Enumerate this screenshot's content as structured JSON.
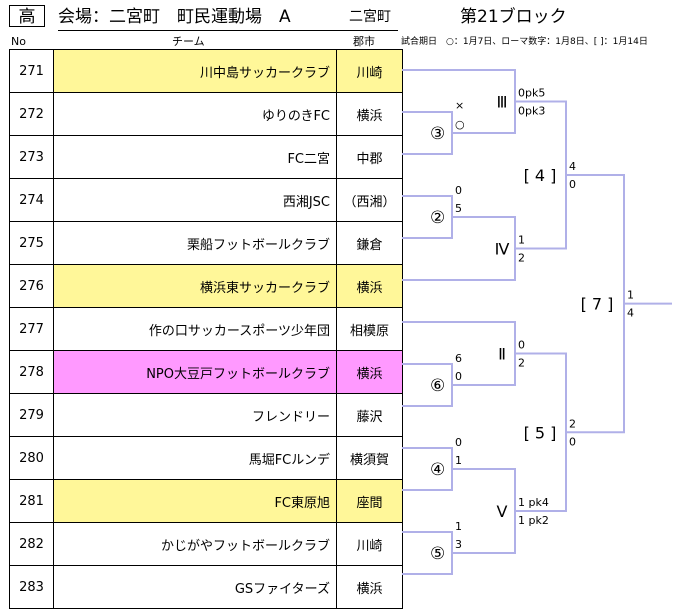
{
  "header": {
    "category": "高",
    "venue": "会場：二宮町　町民運動場　A",
    "city": "二宮町",
    "block": "第21ブロック"
  },
  "columns": {
    "no": "No",
    "team": "チーム",
    "city": "郡市"
  },
  "legend": "試合期日　○：1月7日、ローマ数字：1月8日、[ ]：1月14日",
  "colors": {
    "highlight_yellow": "#fff799",
    "highlight_pink": "#ff99ff",
    "bracket_line": "#b0b0e8"
  },
  "teams": [
    {
      "no": "271",
      "name": "川中島サッカークラブ",
      "city": "川崎",
      "highlight": "y"
    },
    {
      "no": "272",
      "name": "ゆりのきFC",
      "city": "横浜",
      "highlight": ""
    },
    {
      "no": "273",
      "name": "FC二宮",
      "city": "中郡",
      "highlight": ""
    },
    {
      "no": "274",
      "name": "西湘JSC",
      "city": "（西湘）",
      "highlight": ""
    },
    {
      "no": "275",
      "name": "栗船フットボールクラブ",
      "city": "鎌倉",
      "highlight": ""
    },
    {
      "no": "276",
      "name": "横浜東サッカークラブ",
      "city": "横浜",
      "highlight": "y"
    },
    {
      "no": "277",
      "name": "作の口サッカースポーツ少年団",
      "city": "相模原",
      "highlight": ""
    },
    {
      "no": "278",
      "name": "NPO大豆戸フットボールクラブ",
      "city": "横浜",
      "highlight": "p"
    },
    {
      "no": "279",
      "name": "フレンドリー",
      "city": "藤沢",
      "highlight": ""
    },
    {
      "no": "280",
      "name": "馬堀FCルンデ",
      "city": "横須賀",
      "highlight": ""
    },
    {
      "no": "281",
      "name": "FC東原旭",
      "city": "座間",
      "highlight": "y"
    },
    {
      "no": "282",
      "name": "かじがやフットボールクラブ",
      "city": "川崎",
      "highlight": ""
    },
    {
      "no": "283",
      "name": "GSファイターズ",
      "city": "横浜",
      "highlight": ""
    }
  ],
  "matches": {
    "m3": {
      "label": "③",
      "top": "×",
      "bottom": "○"
    },
    "m2": {
      "label": "②",
      "top": "0",
      "bottom": "5"
    },
    "m6": {
      "label": "⑥",
      "top": "6",
      "bottom": "0"
    },
    "m4": {
      "label": "④",
      "top": "0",
      "bottom": "1"
    },
    "m5": {
      "label": "⑤",
      "top": "1",
      "bottom": "3"
    },
    "mIII": {
      "label": "Ⅲ",
      "top": "0pk5",
      "bottom": "0pk3"
    },
    "mIV": {
      "label": "Ⅳ",
      "top": "1",
      "bottom": "2"
    },
    "mII": {
      "label": "Ⅱ",
      "top": "0",
      "bottom": "2"
    },
    "mV": {
      "label": "Ⅴ",
      "top": "1 pk4",
      "bottom": "1 pk2"
    },
    "q4": {
      "label": "[ 4 ]",
      "top": "4",
      "bottom": "0"
    },
    "q5": {
      "label": "[ 5 ]",
      "top": "2",
      "bottom": "0"
    },
    "q7": {
      "label": "[ 7 ]",
      "top": "1",
      "bottom": "4"
    }
  }
}
